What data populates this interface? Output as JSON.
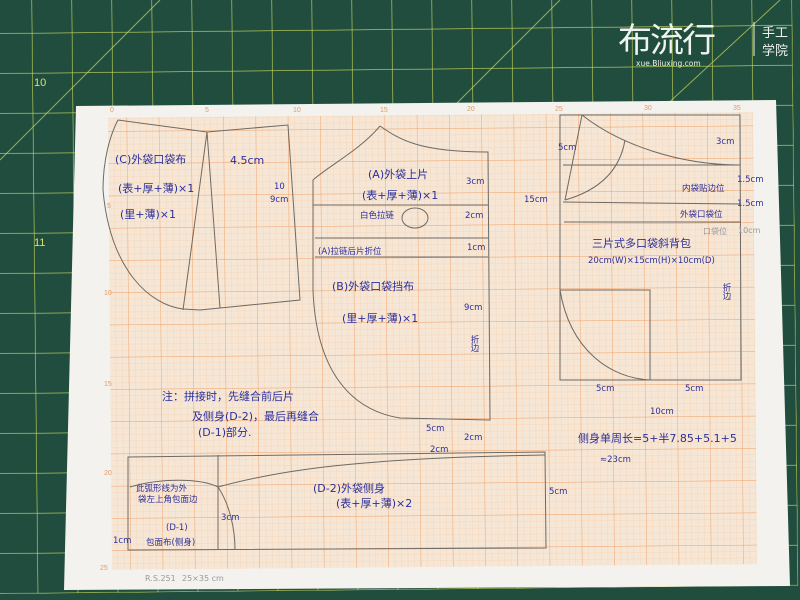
{
  "logo": {
    "brand": "布流行",
    "sub1": "手工",
    "sub2": "学院",
    "url": "xue.Bliuxing.com"
  },
  "mat": {
    "numbers": [
      "10",
      "11"
    ]
  },
  "paper": {
    "top_ticks": [
      "0",
      "5",
      "10",
      "15",
      "20",
      "25",
      "30",
      "35"
    ],
    "left_ticks": [
      "5",
      "10",
      "15",
      "20",
      "25"
    ],
    "footer": [
      "R.S.251",
      "25×35 cm"
    ]
  },
  "piece_c": {
    "title": "(C)外袋口袋布",
    "line1": "(表+厚+薄)×1",
    "line2": "(里+薄)×1",
    "width": "4.5cm",
    "height_a": "10",
    "height_b": "9cm"
  },
  "piece_a": {
    "title": "(A)外袋上片",
    "line1": "(表+厚+薄)×1",
    "m1": "3cm",
    "m2": "2cm",
    "m3": "1cm",
    "zipper": "白色拉链",
    "fold": "(A)拉链后片折位"
  },
  "piece_b": {
    "title": "(B)外袋口袋挡布",
    "line1": "(里+厚+薄)×1",
    "m1": "9cm",
    "fold": "折边",
    "bottom": "5cm",
    "m2": "2cm"
  },
  "note": {
    "l1": "注：拼接时，先缝合前后片",
    "l2": "及侧身(D-2)，最后再缝合",
    "l3": "(D-1)部分."
  },
  "main_piece": {
    "m_top_left": "5cm",
    "m_top_right": "3cm",
    "m_left": "15cm",
    "m1": "1.5cm",
    "inner": "内袋贴边位",
    "m2": "1.5cm",
    "outer": "外袋口袋位",
    "m3": "10cm",
    "pocket": "口袋位",
    "title": "三片式多口袋斜背包",
    "dims": "20cm(W)×15cm(H)×10cm(D)",
    "fold": "折边",
    "b1": "5cm",
    "b2": "5cm",
    "total": "10cm",
    "formula": "侧身单周长=5+半7.85+5.1+5",
    "result": "≈23cm"
  },
  "piece_d": {
    "title": "(D-2)外袋侧身",
    "line1": "(表+厚+薄)×2",
    "m_right": "5cm",
    "m_top": "2cm",
    "m_arc": "3cm",
    "d1": "(D-1)",
    "d1_desc": "包面布(侧身)",
    "m_left": "1cm",
    "arc_note1": "此弧形线为外",
    "arc_note2": "袋左上角包面边"
  }
}
